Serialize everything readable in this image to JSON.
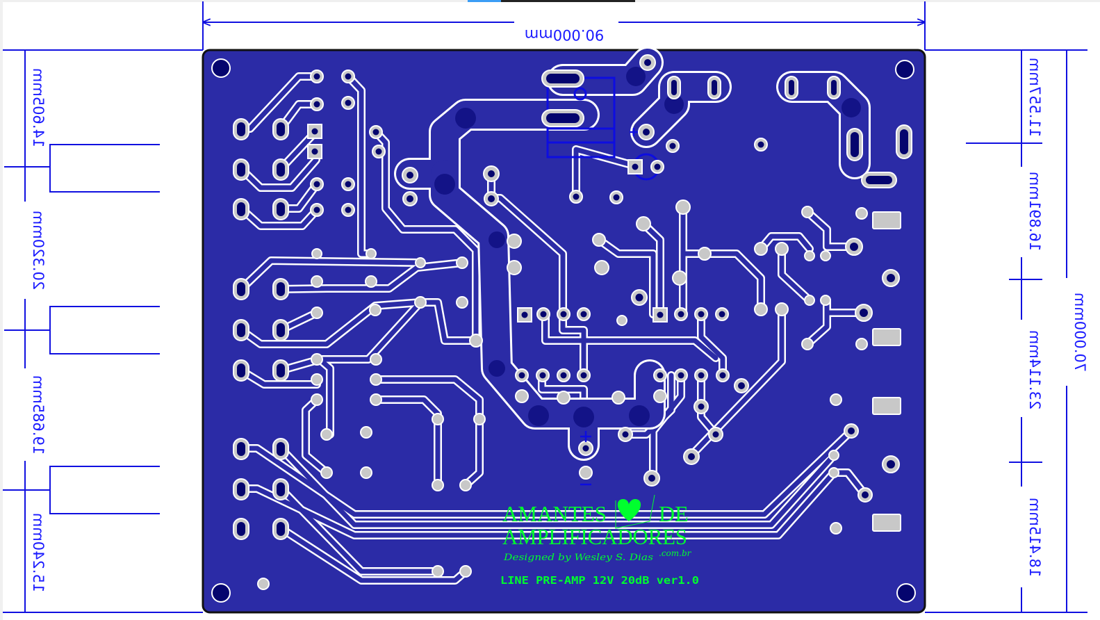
{
  "view": {
    "type": "PCB bottom layer (mirrored)",
    "colors": {
      "board": "#2b2ba6",
      "copper_dark": "#05056e",
      "pad_ring": "#c8c8c8",
      "trace_outline": "#ffffff",
      "dimension": "#1010e0",
      "silkscreen": "#00ff2e",
      "outline": "#111111"
    }
  },
  "dimensions": {
    "width": "90.000mm",
    "height": "70.000mm",
    "left": [
      "14.605mm",
      "20.320mm",
      "19.685mm",
      "15.240mm"
    ],
    "right": [
      "11.557mm",
      "16.891mm",
      "23.114mm",
      "18.415mm"
    ]
  },
  "logo": {
    "line1_left": "AMANTES",
    "line1_right": "DE",
    "line2": "AMPLIFICADORES",
    "signature": "Designed by Wesley S. Dias",
    "domain": ".com.br"
  },
  "board_label": "LINE PRE-AMP 12V 20dB ver1.0"
}
